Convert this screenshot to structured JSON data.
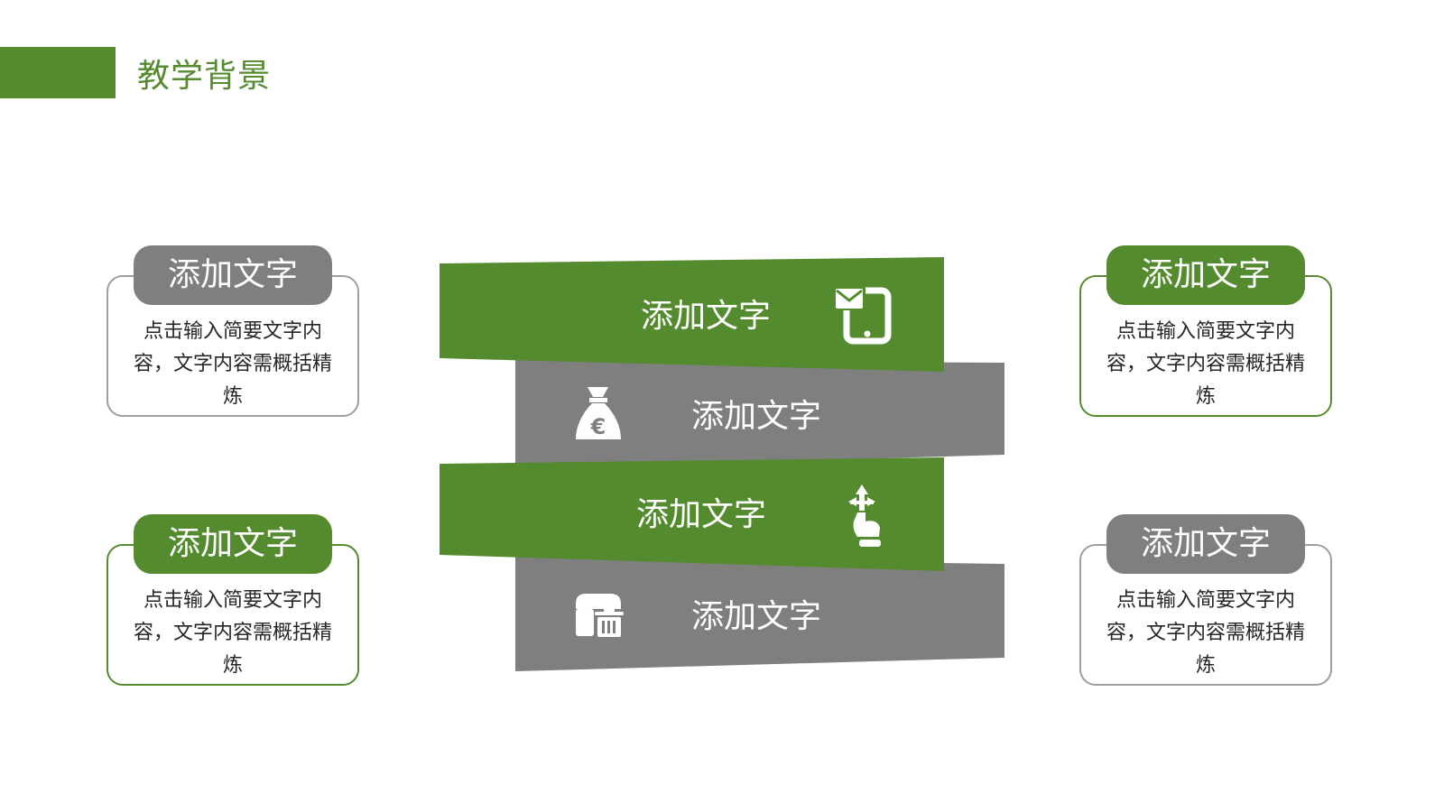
{
  "header": {
    "title": "教学背景"
  },
  "colors": {
    "green": "#558B2F",
    "gray": "#7F7F7F"
  },
  "bands": [
    {
      "label": "添加文字",
      "icon": "phone-message-icon",
      "color": "green"
    },
    {
      "label": "添加文字",
      "icon": "euro-money-bag-icon",
      "color": "gray"
    },
    {
      "label": "添加文字",
      "icon": "hand-pointer-icon",
      "color": "green"
    },
    {
      "label": "添加文字",
      "icon": "wallet-delete-icon",
      "color": "gray"
    }
  ],
  "cards": [
    {
      "title": "添加文字",
      "text": "点击输入简要文字内容，文字内容需概括精炼"
    },
    {
      "title": "添加文字",
      "text": "点击输入简要文字内容，文字内容需概括精炼"
    },
    {
      "title": "添加文字",
      "text": "点击输入简要文字内容，文字内容需概括精炼"
    },
    {
      "title": "添加文字",
      "text": "点击输入简要文字内容，文字内容需概括精炼"
    }
  ]
}
